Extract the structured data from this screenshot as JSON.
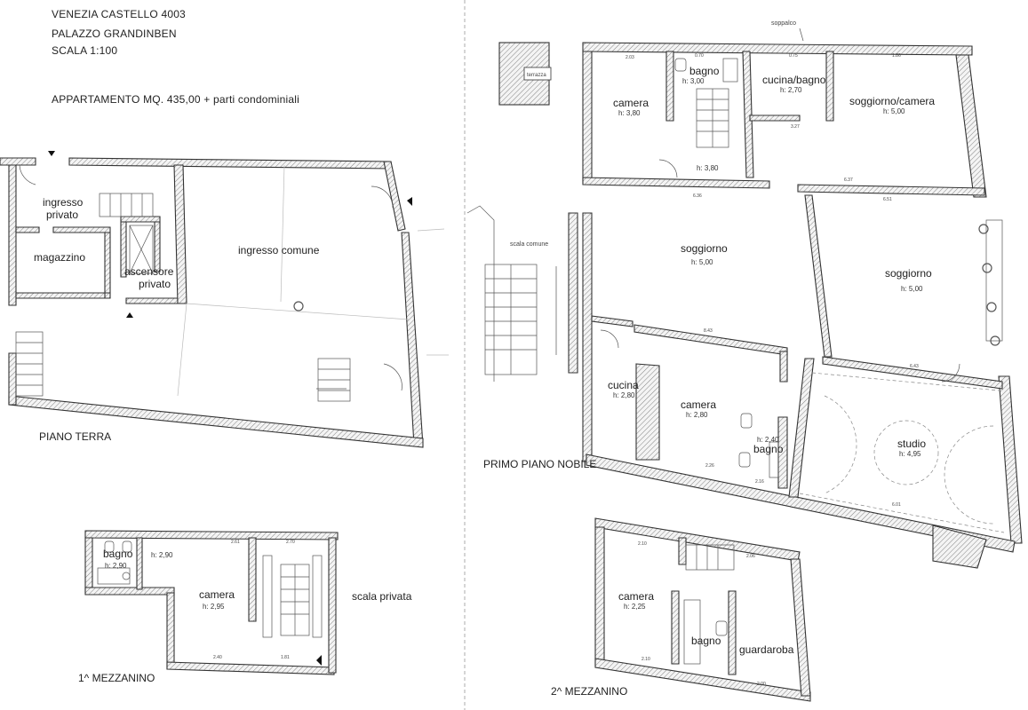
{
  "header": {
    "line1": "VENEZIA CASTELLO 4003",
    "line2": "PALAZZO GRANDINBEN",
    "line3": "SCALA 1:100",
    "area": "APPARTAMENTO MQ. 435,00 + parti condominiali"
  },
  "floors": {
    "piano_terra": {
      "title": "PIANO TERRA",
      "rooms": {
        "ingresso_privato": "ingresso privato",
        "magazzino": "magazzino",
        "ascensore": "ascensore privato",
        "ingresso_comune": "ingresso comune"
      }
    },
    "primo_piano": {
      "title": "PRIMO PIANO NOBILE",
      "soppalco": "soppalco",
      "terrazza": "terrazza",
      "scala_comune": "scala comune",
      "rooms": {
        "camera1": {
          "name": "camera",
          "h": "h: 3,80"
        },
        "bagno1": {
          "name": "bagno",
          "h": "h: 3,00"
        },
        "corridoio": {
          "h": "h: 3,80"
        },
        "cucina_bagno": {
          "name": "cucina/bagno",
          "h": "h: 2,70"
        },
        "soggiorno_camera": {
          "name": "soggiorno/camera",
          "h": "h: 5,00"
        },
        "soggiorno1": {
          "name": "soggiorno",
          "h": "h: 5,00"
        },
        "soggiorno2": {
          "name": "soggiorno",
          "h": "h: 5,00"
        },
        "cucina": {
          "name": "cucina",
          "h": "h: 2,80"
        },
        "camera2": {
          "name": "camera",
          "h": "h: 2,80"
        },
        "bagno2": {
          "name": "bagno",
          "h": "h: 2,40"
        },
        "studio": {
          "name": "studio",
          "h": "h: 4,95"
        }
      }
    },
    "mezzanino1": {
      "title": "1^ MEZZANINO",
      "scala_privata": "scala privata",
      "rooms": {
        "bagno": {
          "name": "bagno",
          "h": "h: 2,90"
        },
        "anti": {
          "h": "h: 2,90"
        },
        "camera": {
          "name": "camera",
          "h": "h: 2,95"
        }
      }
    },
    "mezzanino2": {
      "title": "2^ MEZZANINO",
      "rooms": {
        "camera": {
          "name": "camera",
          "h": "h: 2,25"
        },
        "bagno": {
          "name": "bagno"
        },
        "guardaroba": {
          "name": "guardaroba"
        }
      }
    }
  }
}
